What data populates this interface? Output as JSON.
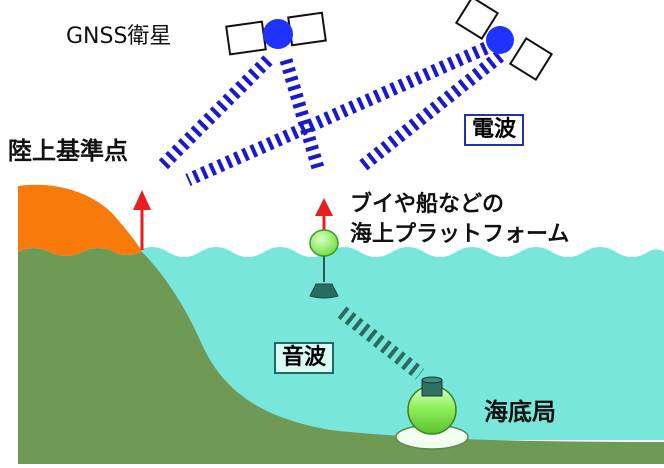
{
  "labels": {
    "satellite": "GNSS衛星",
    "benchmark": "陸上基準点",
    "radio_waves": "電波",
    "platform_line1": "ブイや船などの",
    "platform_line2": "海上プラットフォーム",
    "sound_waves": "音波",
    "seafloor_station": "海底局"
  },
  "colors": {
    "land_cap": "#f77a0b",
    "land_green": "#6e9a55",
    "sea": "#79e6dc",
    "radio_wave": "#1a1acc",
    "sound_wave": "#2a6b60",
    "marker_red": "#e61e1e",
    "buoy_green": "#7fee4a",
    "satellite_body": "#1f33ff",
    "radio_box_border": "#2233aa",
    "sound_box_border": "#1e6b60"
  }
}
